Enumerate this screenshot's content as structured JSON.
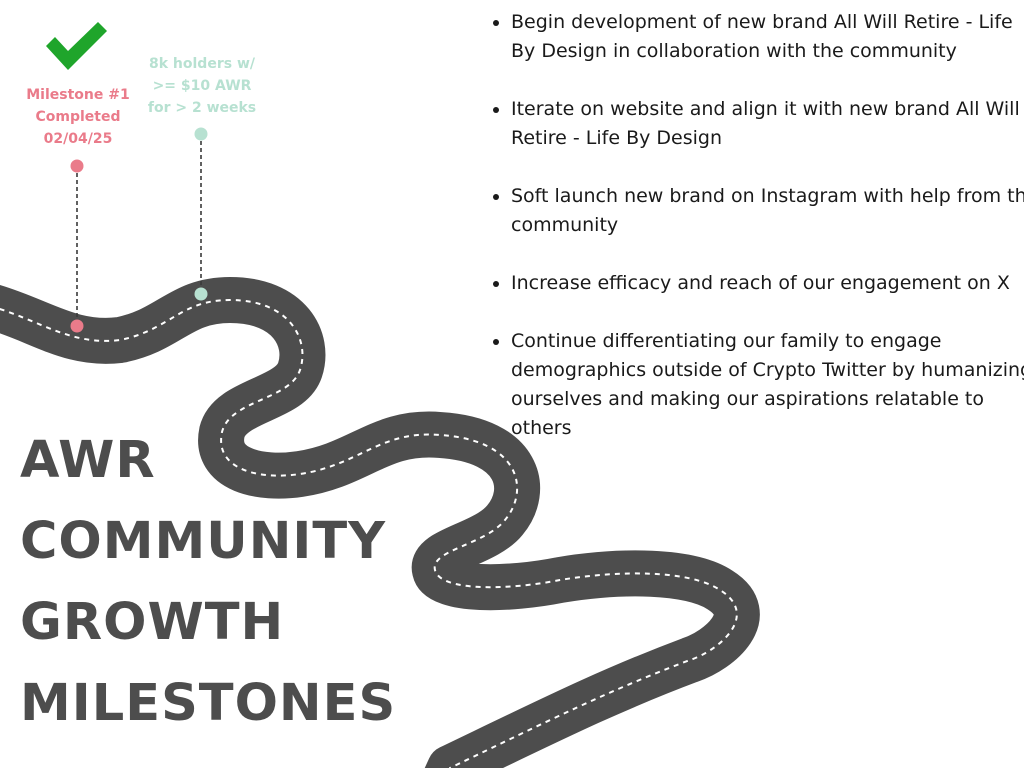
{
  "title": {
    "lines": [
      "AWR",
      "COMMUNITY",
      "GROWTH",
      "MILESTONES"
    ]
  },
  "milestones": [
    {
      "label": "Milestone #1\nCompleted\n02/04/25",
      "status": "completed",
      "color": "#ea7b8a"
    },
    {
      "label": "8k holders w/\n>= $10 AWR\nfor > 2 weeks",
      "status": "upcoming",
      "color": "#b7e1d1"
    }
  ],
  "checkmark_color": "#1fa52b",
  "road_color": "#4d4d4d",
  "bullets": [
    "Begin development of new brand All Will Retire - Life By Design in collaboration with the community",
    "Iterate on website and align it with new brand All Will Retire - Life By Design",
    "Soft launch new brand on Instagram with help from the community",
    "Increase efficacy and reach of our engagement on X",
    "Continue differentiating our family to engage demographics outside of Crypto Twitter by humanizing ourselves and making our aspirations relatable to others"
  ]
}
